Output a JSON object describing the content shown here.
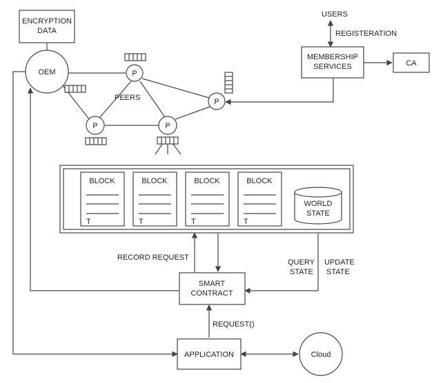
{
  "boxes": {
    "encryption_data": [
      "ENCRYPTION",
      "DATA"
    ],
    "membership_services": [
      "MEMBERSHIP",
      "SERVICES"
    ],
    "ca": "CA",
    "smart_contract": [
      "SMART",
      "CONTRACT"
    ],
    "application": "APPLICATION"
  },
  "nodes": {
    "oem": "OEM",
    "peer": "P",
    "cloud": "Cloud"
  },
  "labels": {
    "users": "USERS",
    "registration": "REGISTERATION",
    "peers": "PEERS",
    "record_request": "RECORD REQUEST",
    "query_state": [
      "QUERY",
      "STATE"
    ],
    "update_state": [
      "UPDATE",
      "STATE"
    ],
    "request": "REQUEST()"
  },
  "ledger": {
    "block_label": "BLOCK",
    "block_footer": "T",
    "world_state": [
      "WORLD",
      "STATE"
    ]
  }
}
